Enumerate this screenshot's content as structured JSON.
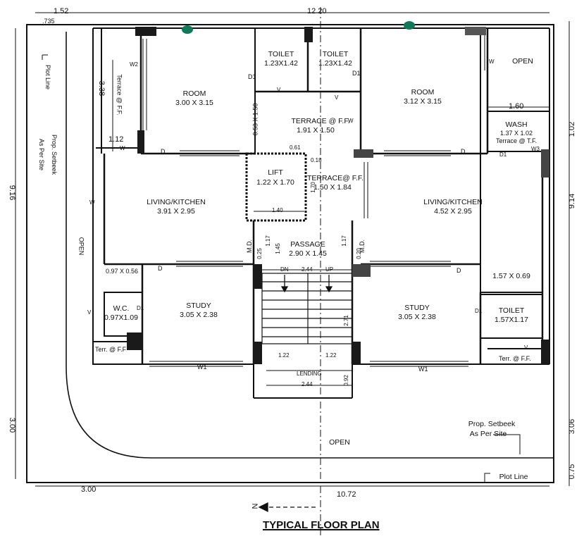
{
  "title": "TYPICAL FLOOR PLAN",
  "dimensions": {
    "top_left": "1.52",
    "top_total": "12.20",
    "top_735": ".735",
    "left_total": "9.16",
    "left_bottom": "3.00",
    "right_top": "1.02",
    "right_total": "9.14",
    "right_bottom": "3.06",
    "right_075": "0.75",
    "bottom_left": "3.00",
    "bottom_total": "10.72",
    "terrace_338": "3.38",
    "terrace_112": "1.12",
    "wash_160": "1.60",
    "lift_140": "1.40",
    "lift_061": "0.61",
    "lift_018": "0.18",
    "lift_170": "1.70",
    "v_053_150": "0.53 X 1.50",
    "p_117a": "1.17",
    "p_145": "1.45",
    "p_117b": "1.17",
    "p_025": "0.25",
    "p_020": "0.20",
    "stair_244_top": "2.44",
    "stair_271": "2.71",
    "stair_122a": "1.22",
    "stair_122b": "1.22",
    "stair_244_bot": "2.44",
    "stair_092": "0.92"
  },
  "rooms": {
    "room_left": {
      "name": "ROOM",
      "size": "3.00 X 3.15"
    },
    "room_right": {
      "name": "ROOM",
      "size": "3.12 X 3.15"
    },
    "toilet_a": {
      "name": "TOILET",
      "size": "1.23X1.42"
    },
    "toilet_b": {
      "name": "TOILET",
      "size": "1.23X1.42"
    },
    "terrace_mid": {
      "name": "TERRACE @ F.F.",
      "size": "1.91 X 1.50"
    },
    "terrace_lift": {
      "name": "TERRACE@ F.F.",
      "size": "1.50 X 1.84"
    },
    "lift": {
      "name": "LIFT",
      "size": "1.22 X 1.70"
    },
    "living_left": {
      "name": "LIVING/KITCHEN",
      "size": "3.91 X 2.95"
    },
    "living_right": {
      "name": "LIVING/KITCHEN",
      "size": "4.52 X 2.95"
    },
    "passage": {
      "name": "PASSAGE",
      "size": "2.90 X 1.45"
    },
    "study_left": {
      "name": "STUDY",
      "size": "3.05 X 2.38"
    },
    "study_right": {
      "name": "STUDY",
      "size": "3.05 X 2.38"
    },
    "wc": {
      "name": "W.C.",
      "size": "0.97X1.09"
    },
    "toilet_right": {
      "name": "TOILET",
      "size": "1.57X1.17"
    },
    "wash": {
      "name": "WASH",
      "size": "1.37 X 1.02",
      "sub": "Terrace @ T.F."
    }
  },
  "labels": {
    "open_top_right": "OPEN",
    "open_left": "OPEN",
    "open_bottom": "OPEN",
    "terrace_left": "Terrace @ F.F.",
    "terr_bottom_left": "Terr. @ F.F",
    "terr_bottom_right": "Terr. @ F.F.",
    "area_097_056": "0.97 X 0.56",
    "area_157_069": "1.57 X 0.69",
    "setback_left_1": "Prop. Setbeek",
    "setback_left_2": "As Per Site",
    "setback_right_1": "Prop. Setbeek",
    "setback_right_2": "As Per Site",
    "plot_line_left": "Plot Line",
    "plot_line_bottom": "Plot Line",
    "lending": "LENDING",
    "dn": "DN",
    "up": "UP",
    "md_left": "M.D.",
    "md_right": "M.D.",
    "north": "N"
  },
  "openings": {
    "d": "D",
    "d1": "D1",
    "w": "W",
    "w1": "W1",
    "w2": "W2",
    "w3": "W3",
    "v": "V"
  },
  "colors": {
    "ink": "#111111",
    "fill": "#1a1a1a",
    "plant": "#0f7a5a",
    "shade": "#555555"
  }
}
